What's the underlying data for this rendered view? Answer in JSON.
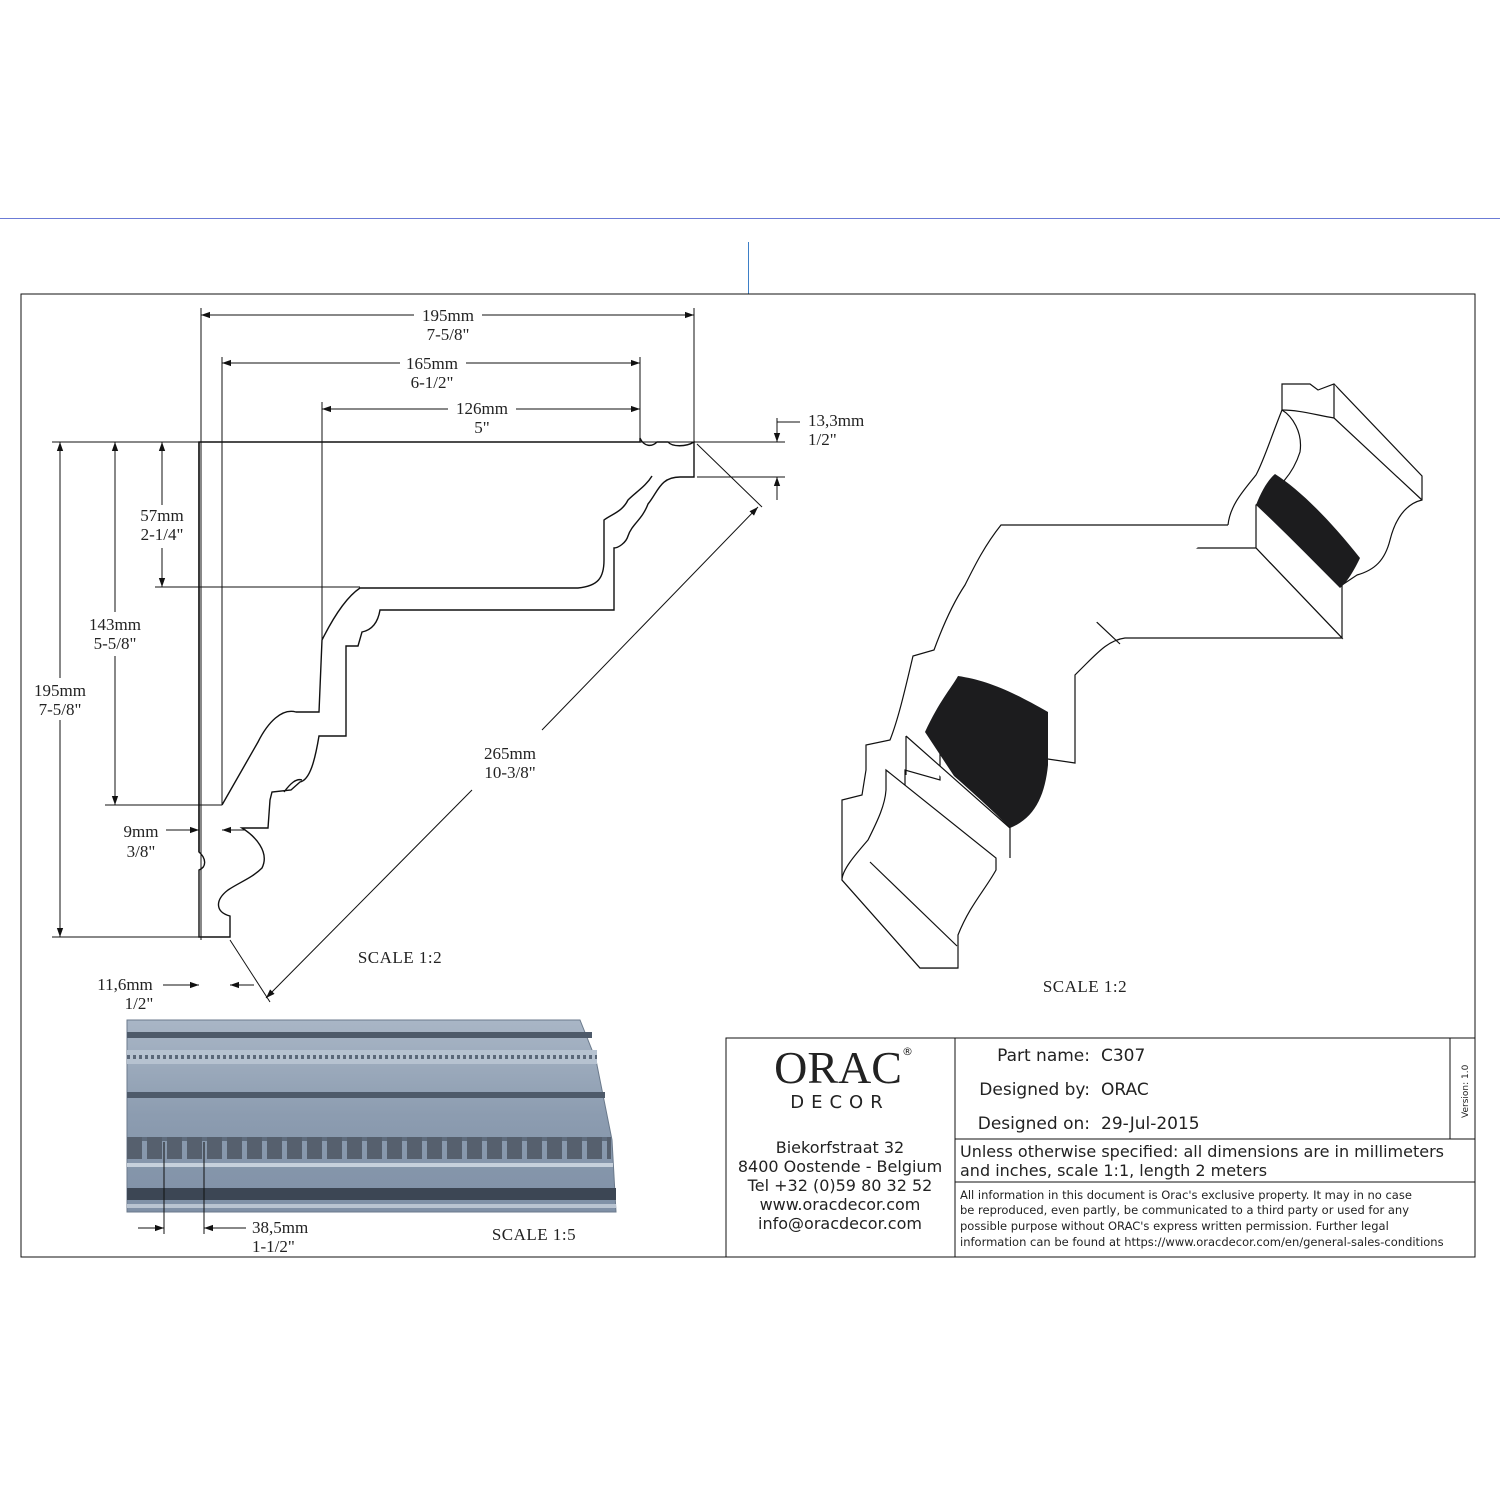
{
  "drawing": {
    "dims": {
      "top_w1": [
        "195mm",
        "7-5/8\""
      ],
      "top_w2": [
        "165mm",
        "6-1/2\""
      ],
      "top_w3": [
        "126mm",
        "5\""
      ],
      "right_top": [
        "13,3mm",
        "1/2\""
      ],
      "left_57": [
        "57mm",
        "2-1/4\""
      ],
      "left_143": [
        "143mm",
        "5-5/8\""
      ],
      "left_195": [
        "195mm",
        "7-5/8\""
      ],
      "left_9": [
        "9mm",
        "3/8\""
      ],
      "diag_265": [
        "265mm",
        "10-3/8\""
      ],
      "bottom_116": [
        "11,6mm",
        "1/2\""
      ],
      "repeat_385": [
        "38,5mm",
        "1-1/2\""
      ]
    },
    "scales": {
      "profile": "SCALE  1:2",
      "iso": "SCALE  1:2",
      "front": "SCALE  1:5"
    }
  },
  "titleblock": {
    "logo": {
      "main": "ORAC",
      "registered": "®",
      "sub": "DECOR"
    },
    "address": [
      "Biekorfstraat 32",
      "8400 Oostende - Belgium",
      "Tel  +32 (0)59 80 32 52",
      "www.oracdecor.com",
      "info@oracdecor.com"
    ],
    "part_label": "Part name:",
    "part_value": "C307",
    "designer_label": "Designed by:",
    "designer_value": "ORAC",
    "date_label": "Designed on:",
    "date_value": "29-Jul-2015",
    "version": "Version: 1.0",
    "note": [
      "Unless otherwise specified: all dimensions are in millimeters",
      "and inches, scale 1:1, length 2 meters"
    ],
    "legal": [
      "All information in this document is Orac's exclusive property.  It may in no case",
      "be reproduced, even partly, be communicated to a third party or used for any",
      "possible purpose without ORAC's express written permission. Further legal",
      "information can be found at https://www.oracdecor.com/en/general-sales-conditions"
    ]
  },
  "colors": {
    "frame": "#111111",
    "page_line": "#6b7bd6",
    "molding_front": "#8e9eb1",
    "shadow": "#1c1c1e"
  }
}
